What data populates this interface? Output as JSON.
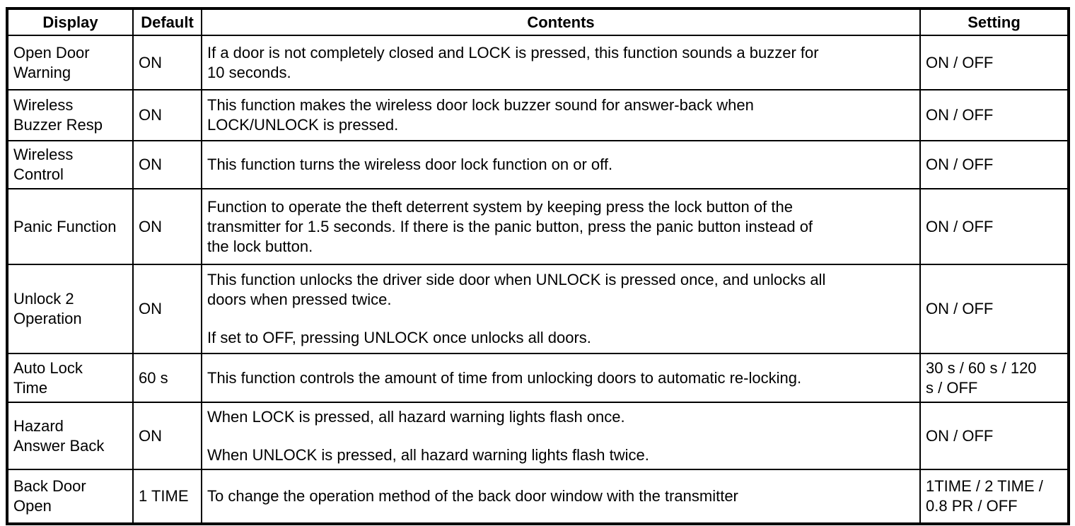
{
  "table": {
    "headers": [
      "Display",
      "Default",
      "Contents",
      "Setting"
    ],
    "rows": [
      {
        "display": "Open Door\nWarning",
        "default": "ON",
        "contents": [
          "If a door is not completely closed and LOCK is pressed, this function sounds a buzzer for\n10 seconds."
        ],
        "setting": "ON / OFF"
      },
      {
        "display": "Wireless\nBuzzer Resp",
        "default": "ON",
        "contents": [
          "This function makes the wireless door lock buzzer sound for answer-back when\nLOCK/UNLOCK is pressed."
        ],
        "setting": "ON / OFF"
      },
      {
        "display": "Wireless\nControl",
        "default": "ON",
        "contents": [
          "This function turns the wireless door lock function on or off."
        ],
        "setting": "ON / OFF"
      },
      {
        "display": "Panic Function",
        "default": "ON",
        "contents": [
          "Function to operate the theft deterrent system by keeping press the lock button of the\ntransmitter for 1.5 seconds. If there is the panic button, press the panic button instead of\nthe lock button."
        ],
        "setting": "ON / OFF"
      },
      {
        "display": "Unlock 2\nOperation",
        "default": "ON",
        "contents": [
          "This function unlocks the driver side door when UNLOCK is pressed once, and unlocks all\ndoors when pressed twice.",
          "If set to OFF, pressing UNLOCK once unlocks all doors."
        ],
        "setting": "ON / OFF"
      },
      {
        "display": "Auto Lock\nTime",
        "default": "60 s",
        "contents": [
          "This function controls the amount of time from unlocking doors to automatic re-locking."
        ],
        "setting": "30 s / 60 s / 120\ns / OFF"
      },
      {
        "display": "Hazard\nAnswer Back",
        "default": "ON",
        "contents": [
          "When LOCK is pressed, all hazard warning lights flash once.",
          "When UNLOCK is pressed, all hazard warning lights flash twice."
        ],
        "setting": "ON / OFF"
      },
      {
        "display": "Back Door\nOpen",
        "default": "1 TIME",
        "contents": [
          "To change the operation method of the back door window with the transmitter"
        ],
        "setting": "1TIME / 2 TIME /\n0.8 PR / OFF"
      }
    ]
  },
  "colors": {
    "border": "#000000",
    "text": "#000000",
    "background": "#ffffff"
  }
}
